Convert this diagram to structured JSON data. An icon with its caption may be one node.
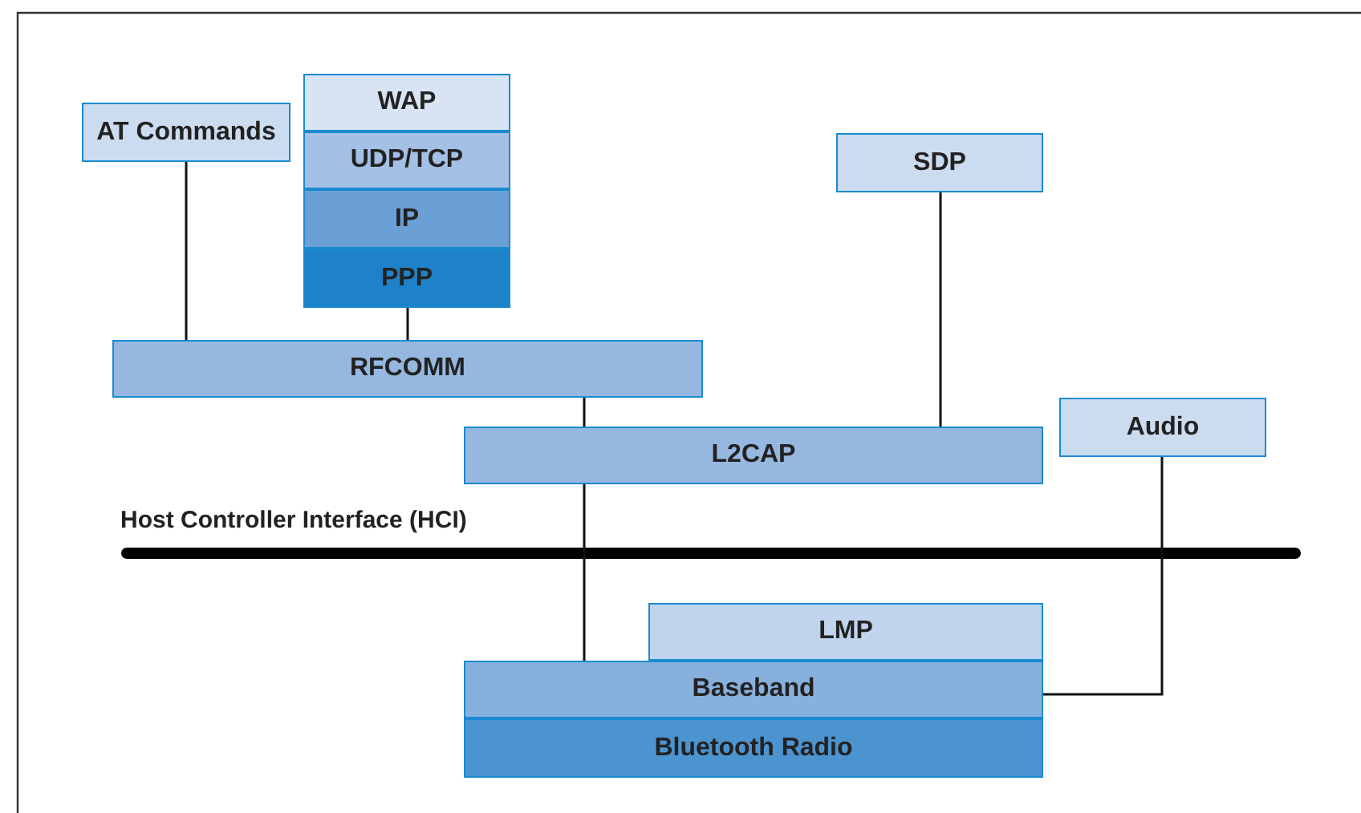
{
  "diagram": {
    "nodes": [
      {
        "text": [
          "AT Commands"
        ]
      },
      {
        "text": [
          "WAP"
        ]
      },
      {
        "text": [
          "UDP/TCP"
        ]
      },
      {
        "text": [
          "IP"
        ]
      },
      {
        "text": [
          "PPP"
        ]
      },
      {
        "text": [
          "SDP"
        ]
      },
      {
        "text": [
          "RFCOMM"
        ]
      },
      {
        "text": [
          "L2CAP"
        ]
      },
      {
        "text": [
          "Audio"
        ]
      },
      {
        "text": [
          "LMP"
        ]
      },
      {
        "text": [
          "Baseband"
        ]
      },
      {
        "text": [
          "Bluetooth Radio"
        ]
      }
    ],
    "edges": [
      {
        "from": 0,
        "to": 6,
        "arrow": "none"
      },
      {
        "from": 4,
        "to": 6,
        "arrow": "none"
      },
      {
        "from": 6,
        "to": 7,
        "arrow": "none"
      },
      {
        "from": 5,
        "to": 7,
        "arrow": "none"
      },
      {
        "from": 7,
        "to": 10,
        "arrow": "none"
      },
      {
        "from": 8,
        "to": 10,
        "arrow": "none"
      }
    ],
    "labels": [
      "Host Controller Interface (HCI)"
    ]
  }
}
